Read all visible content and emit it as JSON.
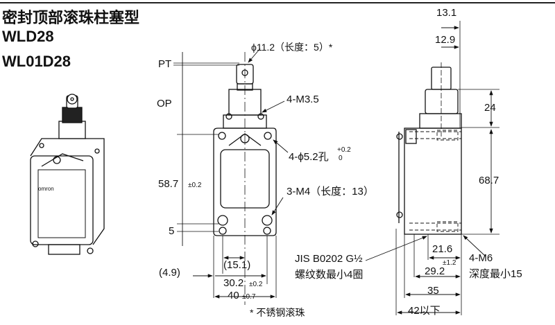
{
  "title": {
    "line1": "密封顶部滚珠柱塞型",
    "line2": "WLD28",
    "line3": "WL01D28"
  },
  "illustration": {
    "brand": "omron"
  },
  "front_view": {
    "pt": "PT",
    "op": "OP",
    "roller": "ϕ11.2（长度：5）*",
    "screw_top": "4-M3.5",
    "hole": "4-ϕ5.2孔",
    "hole_tol_upper": "+0.2",
    "hole_tol_lower": "0",
    "screw_bottom": "3-M4（长度：13）",
    "height": "58.7",
    "height_tol": "±0.2",
    "five": "5",
    "d49": "(4.9)",
    "d151": "(15.1)",
    "d302": "30.2",
    "d302_tol": "±0.2",
    "d40": "40",
    "d40_tol": "±0.7",
    "note": "* 不锈钢滚珠"
  },
  "side_view": {
    "d131": "13.1",
    "d129": "12.9",
    "d24": "24",
    "d687": "68.7",
    "d216": "21.6",
    "d292": "29.2",
    "d292_tol": "±1.2",
    "d35": "35",
    "d42": "42以下",
    "thread_line1": "JIS B0202 G½",
    "thread_line2": "螺纹数最小4圈",
    "m6_line1": "4-M6",
    "m6_line2": "深度最小15"
  }
}
